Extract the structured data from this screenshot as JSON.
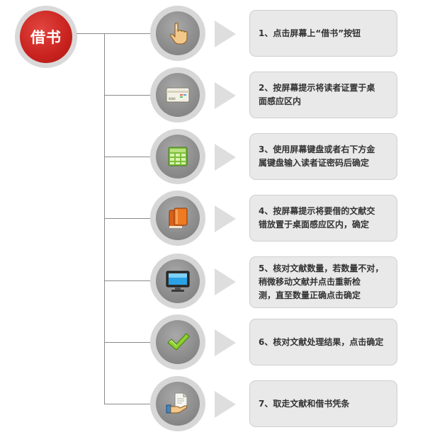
{
  "main": {
    "label": "借书"
  },
  "steps": [
    {
      "text": "1、点击屏幕上“借书”按钮",
      "icon": "pointing-hand-icon"
    },
    {
      "text": "2、按屏幕提示将读者证置于桌\n      面感应区内",
      "icon": "card-icon"
    },
    {
      "text": "3、使用屏幕键盘或者右下方金\n      属键盘输入读者证密码后确定",
      "icon": "keypad-icon"
    },
    {
      "text": "4、按屏幕提示将要借的文献交\n      错放置于桌面感应区内，确定",
      "icon": "books-icon"
    },
    {
      "text": "5、核对文献数量，若数量不对，\n      稍微移动文献并点击重新检\n      测，直至数量正确点击确定",
      "icon": "monitor-icon"
    },
    {
      "text": "6、核对文献处理结果，点击确定",
      "icon": "checkmark-icon"
    },
    {
      "text": "7、取走文献和借书凭条",
      "icon": "receipt-hand-icon"
    }
  ]
}
